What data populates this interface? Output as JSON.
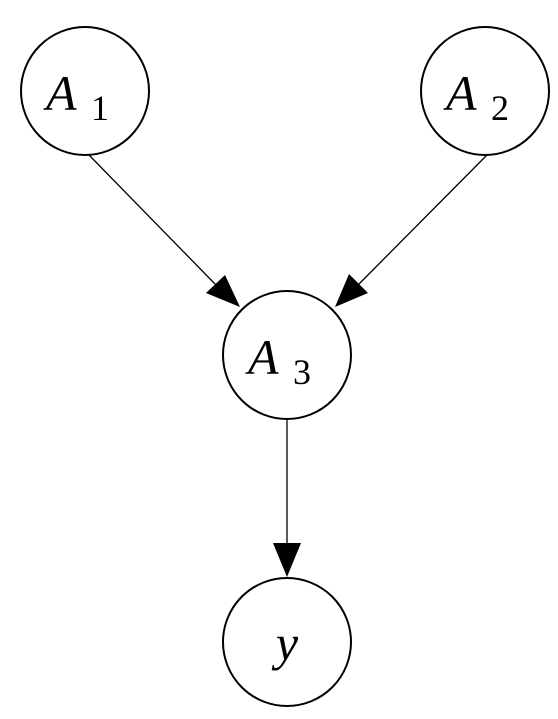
{
  "diagram": {
    "nodes": [
      {
        "id": "A1",
        "label": "A",
        "subscript": "1"
      },
      {
        "id": "A2",
        "label": "A",
        "subscript": "2"
      },
      {
        "id": "A3",
        "label": "A",
        "subscript": "3"
      },
      {
        "id": "y",
        "label": "y",
        "subscript": ""
      }
    ],
    "edges": [
      {
        "from": "A1",
        "to": "A3"
      },
      {
        "from": "A2",
        "to": "A3"
      },
      {
        "from": "A3",
        "to": "y"
      }
    ]
  }
}
